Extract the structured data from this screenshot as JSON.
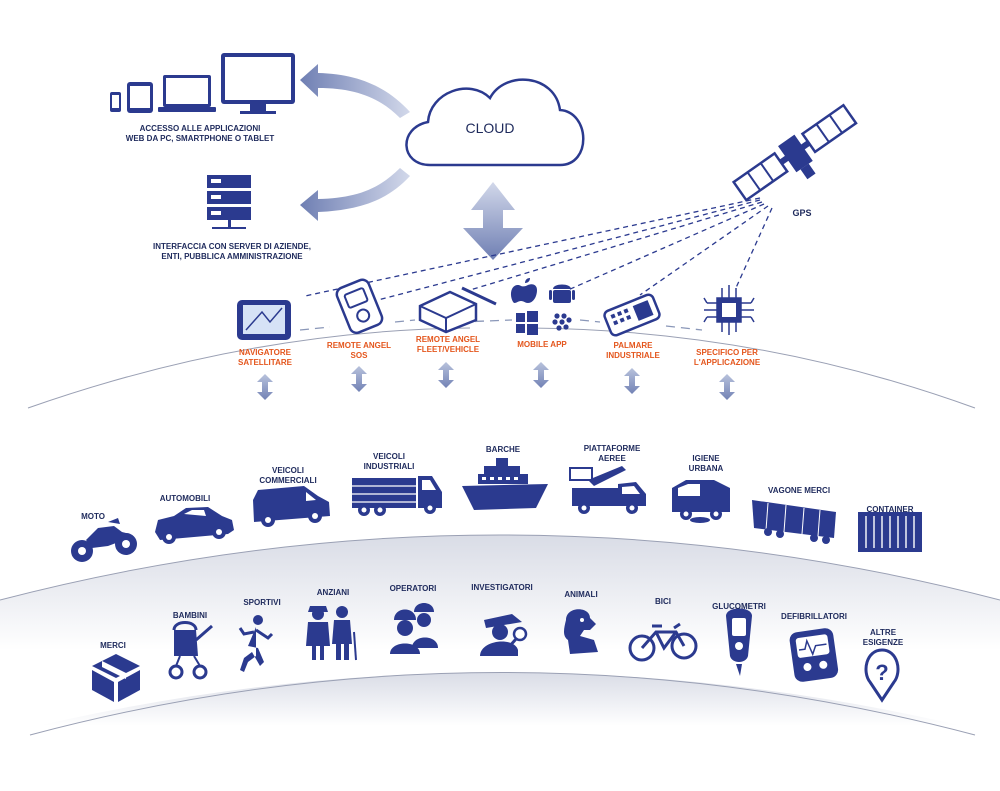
{
  "colors": {
    "navy": "#2b3a8f",
    "dark": "#1e2a5c",
    "orange": "#e4561d",
    "arrow": "#8a9ac4"
  },
  "top": {
    "cloud_label": "CLOUD",
    "gps_label": "GPS",
    "devices_label": [
      "ACCESSO ALLE APPLICAZIONI",
      "WEB DA PC, SMARTPHONE O TABLET"
    ],
    "server_label": [
      "INTERFACCIA CON SERVER DI AZIENDE,",
      "ENTI, PUBBLICA AMMINISTRAZIONE"
    ]
  },
  "devices": [
    {
      "icon": "gps-navigator-icon",
      "lines": [
        "NAVIGATORE",
        "SATELLITARE"
      ]
    },
    {
      "icon": "remote-angel-sos-icon",
      "lines": [
        "REMOTE ANGEL",
        "SOS"
      ]
    },
    {
      "icon": "remote-angel-fleet-icon",
      "lines": [
        "REMOTE ANGEL",
        "FLEET/VEHICLE"
      ]
    },
    {
      "icon": "mobile-os-icons",
      "lines": [
        "MOBILE  APP"
      ]
    },
    {
      "icon": "industrial-handheld-icon",
      "lines": [
        "PALMARE",
        "INDUSTRIALE"
      ]
    },
    {
      "icon": "chip-icon",
      "lines": [
        "SPECIFICO PER",
        "L'APPLICAZIONE"
      ]
    }
  ],
  "vehicles": [
    {
      "icon": "motorcycle-icon",
      "lines": [
        "MOTO"
      ]
    },
    {
      "icon": "car-icon",
      "lines": [
        "AUTOMOBILI"
      ]
    },
    {
      "icon": "van-icon",
      "lines": [
        "VEICOLI",
        "COMMERCIALI"
      ]
    },
    {
      "icon": "truck-icon",
      "lines": [
        "VEICOLI",
        "INDUSTRIALI"
      ]
    },
    {
      "icon": "ship-icon",
      "lines": [
        "BARCHE"
      ]
    },
    {
      "icon": "aerial-platform-icon",
      "lines": [
        "PIATTAFORME",
        "AEREE"
      ]
    },
    {
      "icon": "street-sweeper-icon",
      "lines": [
        "IGIENE",
        "URBANA"
      ]
    },
    {
      "icon": "freight-wagon-icon",
      "lines": [
        "VAGONE MERCI"
      ]
    },
    {
      "icon": "container-icon",
      "lines": [
        "CONTAINER"
      ]
    }
  ],
  "people": [
    {
      "icon": "box-icon",
      "lines": [
        "MERCI"
      ]
    },
    {
      "icon": "stroller-icon",
      "lines": [
        "BAMBINI"
      ]
    },
    {
      "icon": "runner-icon",
      "lines": [
        "SPORTIVI"
      ]
    },
    {
      "icon": "elderly-icon",
      "lines": [
        "ANZIANI"
      ]
    },
    {
      "icon": "workers-icon",
      "lines": [
        "OPERATORI"
      ]
    },
    {
      "icon": "detective-icon",
      "lines": [
        "INVESTIGATORI"
      ]
    },
    {
      "icon": "dog-icon",
      "lines": [
        "ANIMALI"
      ]
    },
    {
      "icon": "bicycle-icon",
      "lines": [
        "BICI"
      ]
    },
    {
      "icon": "glucometer-icon",
      "lines": [
        "GLUCOMETRI"
      ]
    },
    {
      "icon": "defibrillator-icon",
      "lines": [
        "DEFIBRILLATORI"
      ]
    },
    {
      "icon": "question-pin-icon",
      "lines": [
        "ALTRE",
        "ESIGENZE"
      ]
    }
  ]
}
